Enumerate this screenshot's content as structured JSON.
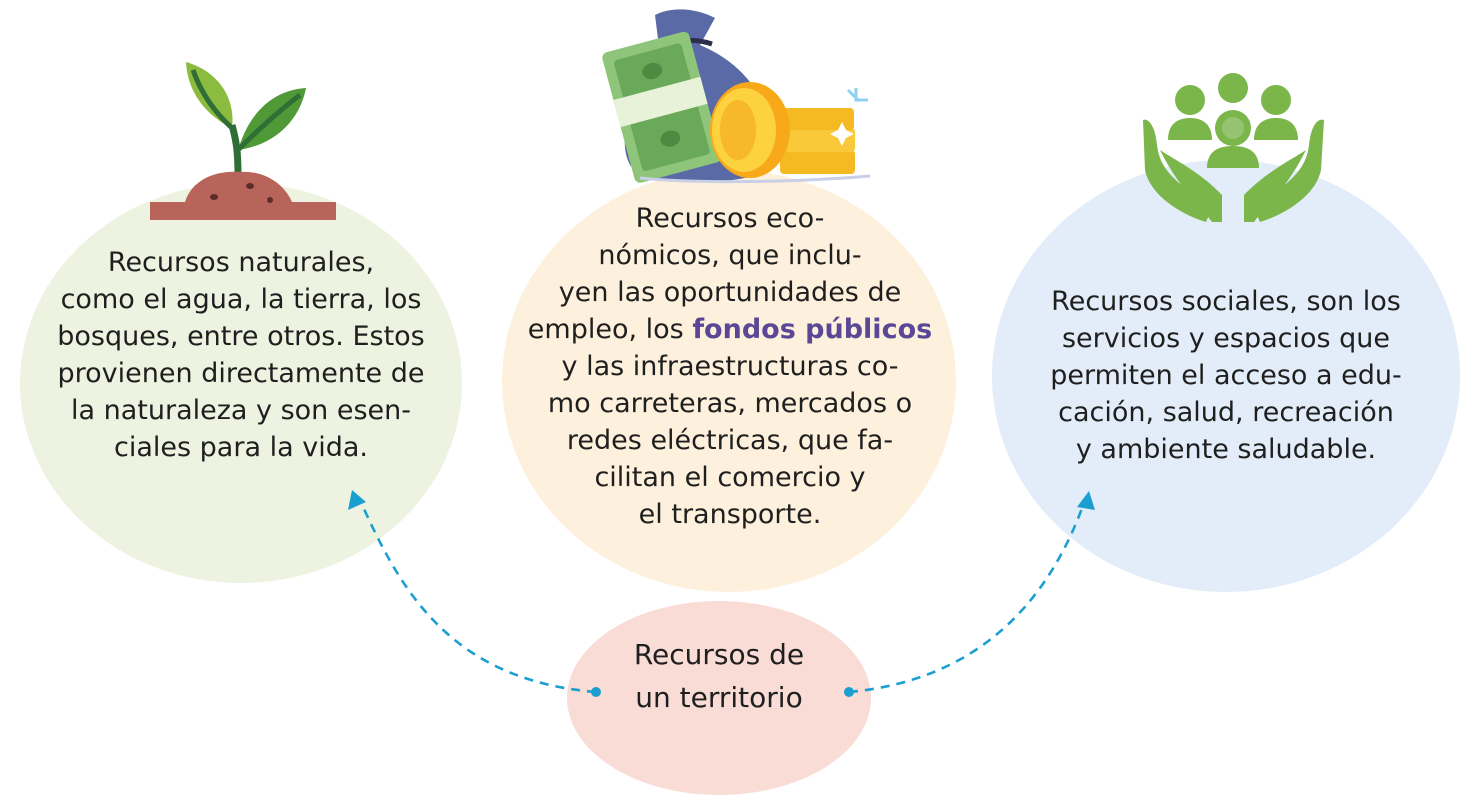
{
  "nodes": {
    "natural": {
      "text": "Recursos naturales,\ncomo el agua, la tierra, los\nbosques, entre otros. Estos\nprovienen directamente de\nla naturaleza y son esen-\nciales para la vida."
    },
    "economic": {
      "text_before": "Recursos eco-\nnómicos, que inclu-\nyen las oportunidades de\nempleo, los ",
      "highlight": "fondos públicos",
      "text_after": "\ny las infraestructuras co-\nmo carreteras, mercados o\nredes eléctricas, que fa-\ncilitan el comercio y\nel transporte."
    },
    "social": {
      "text": "Recursos sociales, son los\nservicios y espacios que\npermiten el acceso a edu-\ncación, salud, recreación\ny ambiente saludable."
    },
    "territory": {
      "text": "Recursos de\nun territorio"
    }
  },
  "icons": {
    "natural": "sprout-in-soil-icon",
    "economic": "money-bag-banknotes-coins-icon",
    "social": "hands-holding-people-icon"
  },
  "colors": {
    "natural_bg": "#edf3e0",
    "economic_bg": "#fdf0dc",
    "social_bg": "#e3edf9",
    "territory_bg": "#f9dcd6",
    "highlight": "#5a4796",
    "arrow": "#1a9fd0"
  }
}
